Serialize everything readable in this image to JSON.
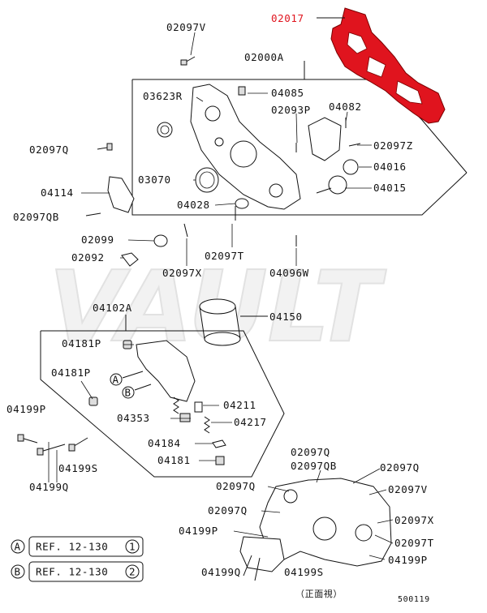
{
  "watermark": "VAULT",
  "labels": {
    "p02017": "02017",
    "p02097V": "02097V",
    "p02000A": "02000A",
    "p03623R": "03623R",
    "p04085": "04085",
    "p02093P": "02093P",
    "p04082": "04082",
    "p02097Q_top": "02097Q",
    "p02097Z": "02097Z",
    "p04016": "04016",
    "p03070": "03070",
    "p04015": "04015",
    "p04114": "04114",
    "p04028": "04028",
    "p02097QB_left": "02097QB",
    "p02099": "02099",
    "p02092": "02092",
    "p02097X_mid": "02097X",
    "p02097T_mid": "02097T",
    "p04096W": "04096W",
    "p04102A": "04102A",
    "p04150": "04150",
    "p04181P_a": "04181P",
    "p04181P_b": "04181P",
    "p04211": "04211",
    "p04353": "04353",
    "p04217": "04217",
    "p04184": "04184",
    "p04181": "04181",
    "p04199P_left": "04199P",
    "p04199S_left": "04199S",
    "p04199Q_left": "04199Q",
    "p02097Q_b1": "02097Q",
    "p02097QB_b": "02097QB",
    "p02097Q_b2": "02097Q",
    "p02097Q_b3": "02097Q",
    "p02097V_b": "02097V",
    "p02097Q_b4": "02097Q",
    "p02097X_b": "02097X",
    "p04199P_b1": "04199P",
    "p02097T_b": "02097T",
    "p04199P_b2": "04199P",
    "p04199Q_b": "04199Q",
    "p04199S_b": "04199S",
    "view_caption": "（正面視）",
    "callout_a": "A",
    "callout_b": "B",
    "ref_a_text": "REF. 12-130",
    "ref_a_num": "1",
    "ref_b_text": "REF. 12-130",
    "ref_b_num": "2",
    "diagram_id": "500119"
  },
  "colors": {
    "highlight": "#e0141e",
    "ink": "#111111"
  }
}
